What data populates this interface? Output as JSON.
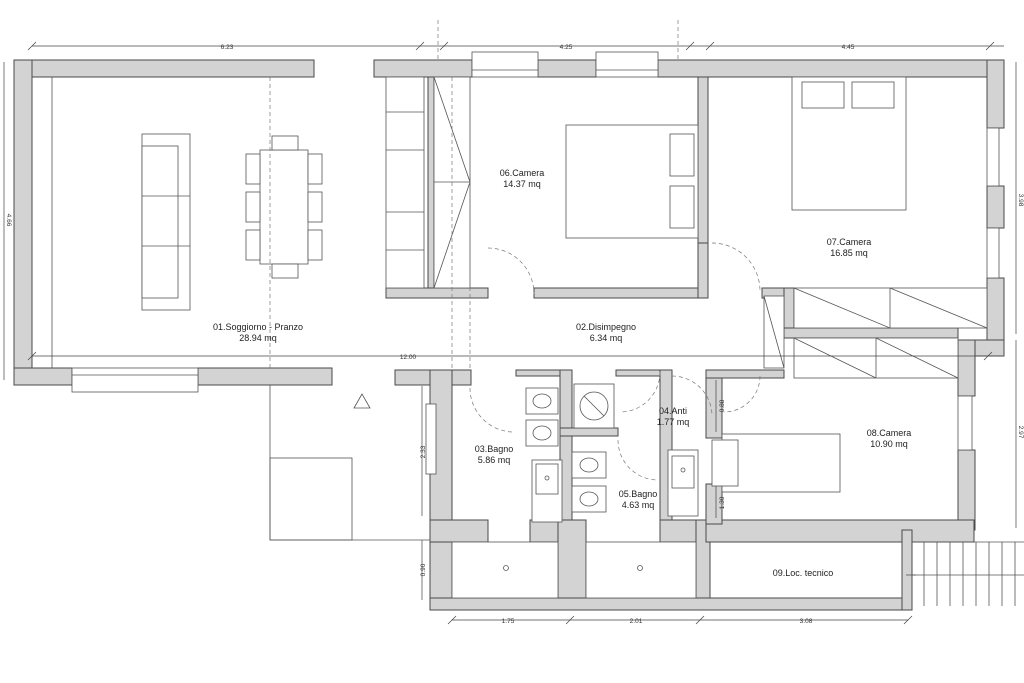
{
  "rooms": [
    {
      "name": "01.Soggiorno - Pranzo",
      "area": "28.94 mq"
    },
    {
      "name": "02.Disimpegno",
      "area": "6.34 mq"
    },
    {
      "name": "03.Bagno",
      "area": "5.86 mq"
    },
    {
      "name": "04.Anti",
      "area": "1.77 mq"
    },
    {
      "name": "05.Bagno",
      "area": "4.63 mq"
    },
    {
      "name": "06.Camera",
      "area": "14.37 mq"
    },
    {
      "name": "07.Camera",
      "area": "16.85 mq"
    },
    {
      "name": "08.Camera",
      "area": "10.90 mq"
    },
    {
      "name": "09.Loc. tecnico",
      "area": ""
    }
  ],
  "dimensions": {
    "top": [
      "6.23",
      "4.25",
      "4.45"
    ],
    "overall": "12.00",
    "bottom": [
      "1.75",
      "2.01",
      "3.08"
    ],
    "left": "4.66",
    "right_upper": "3.98",
    "right_lower": "2.97",
    "bagno_height": "2.33",
    "tecnico_height": "0.90",
    "anti": "0.88",
    "camera_wall": "1.30"
  }
}
